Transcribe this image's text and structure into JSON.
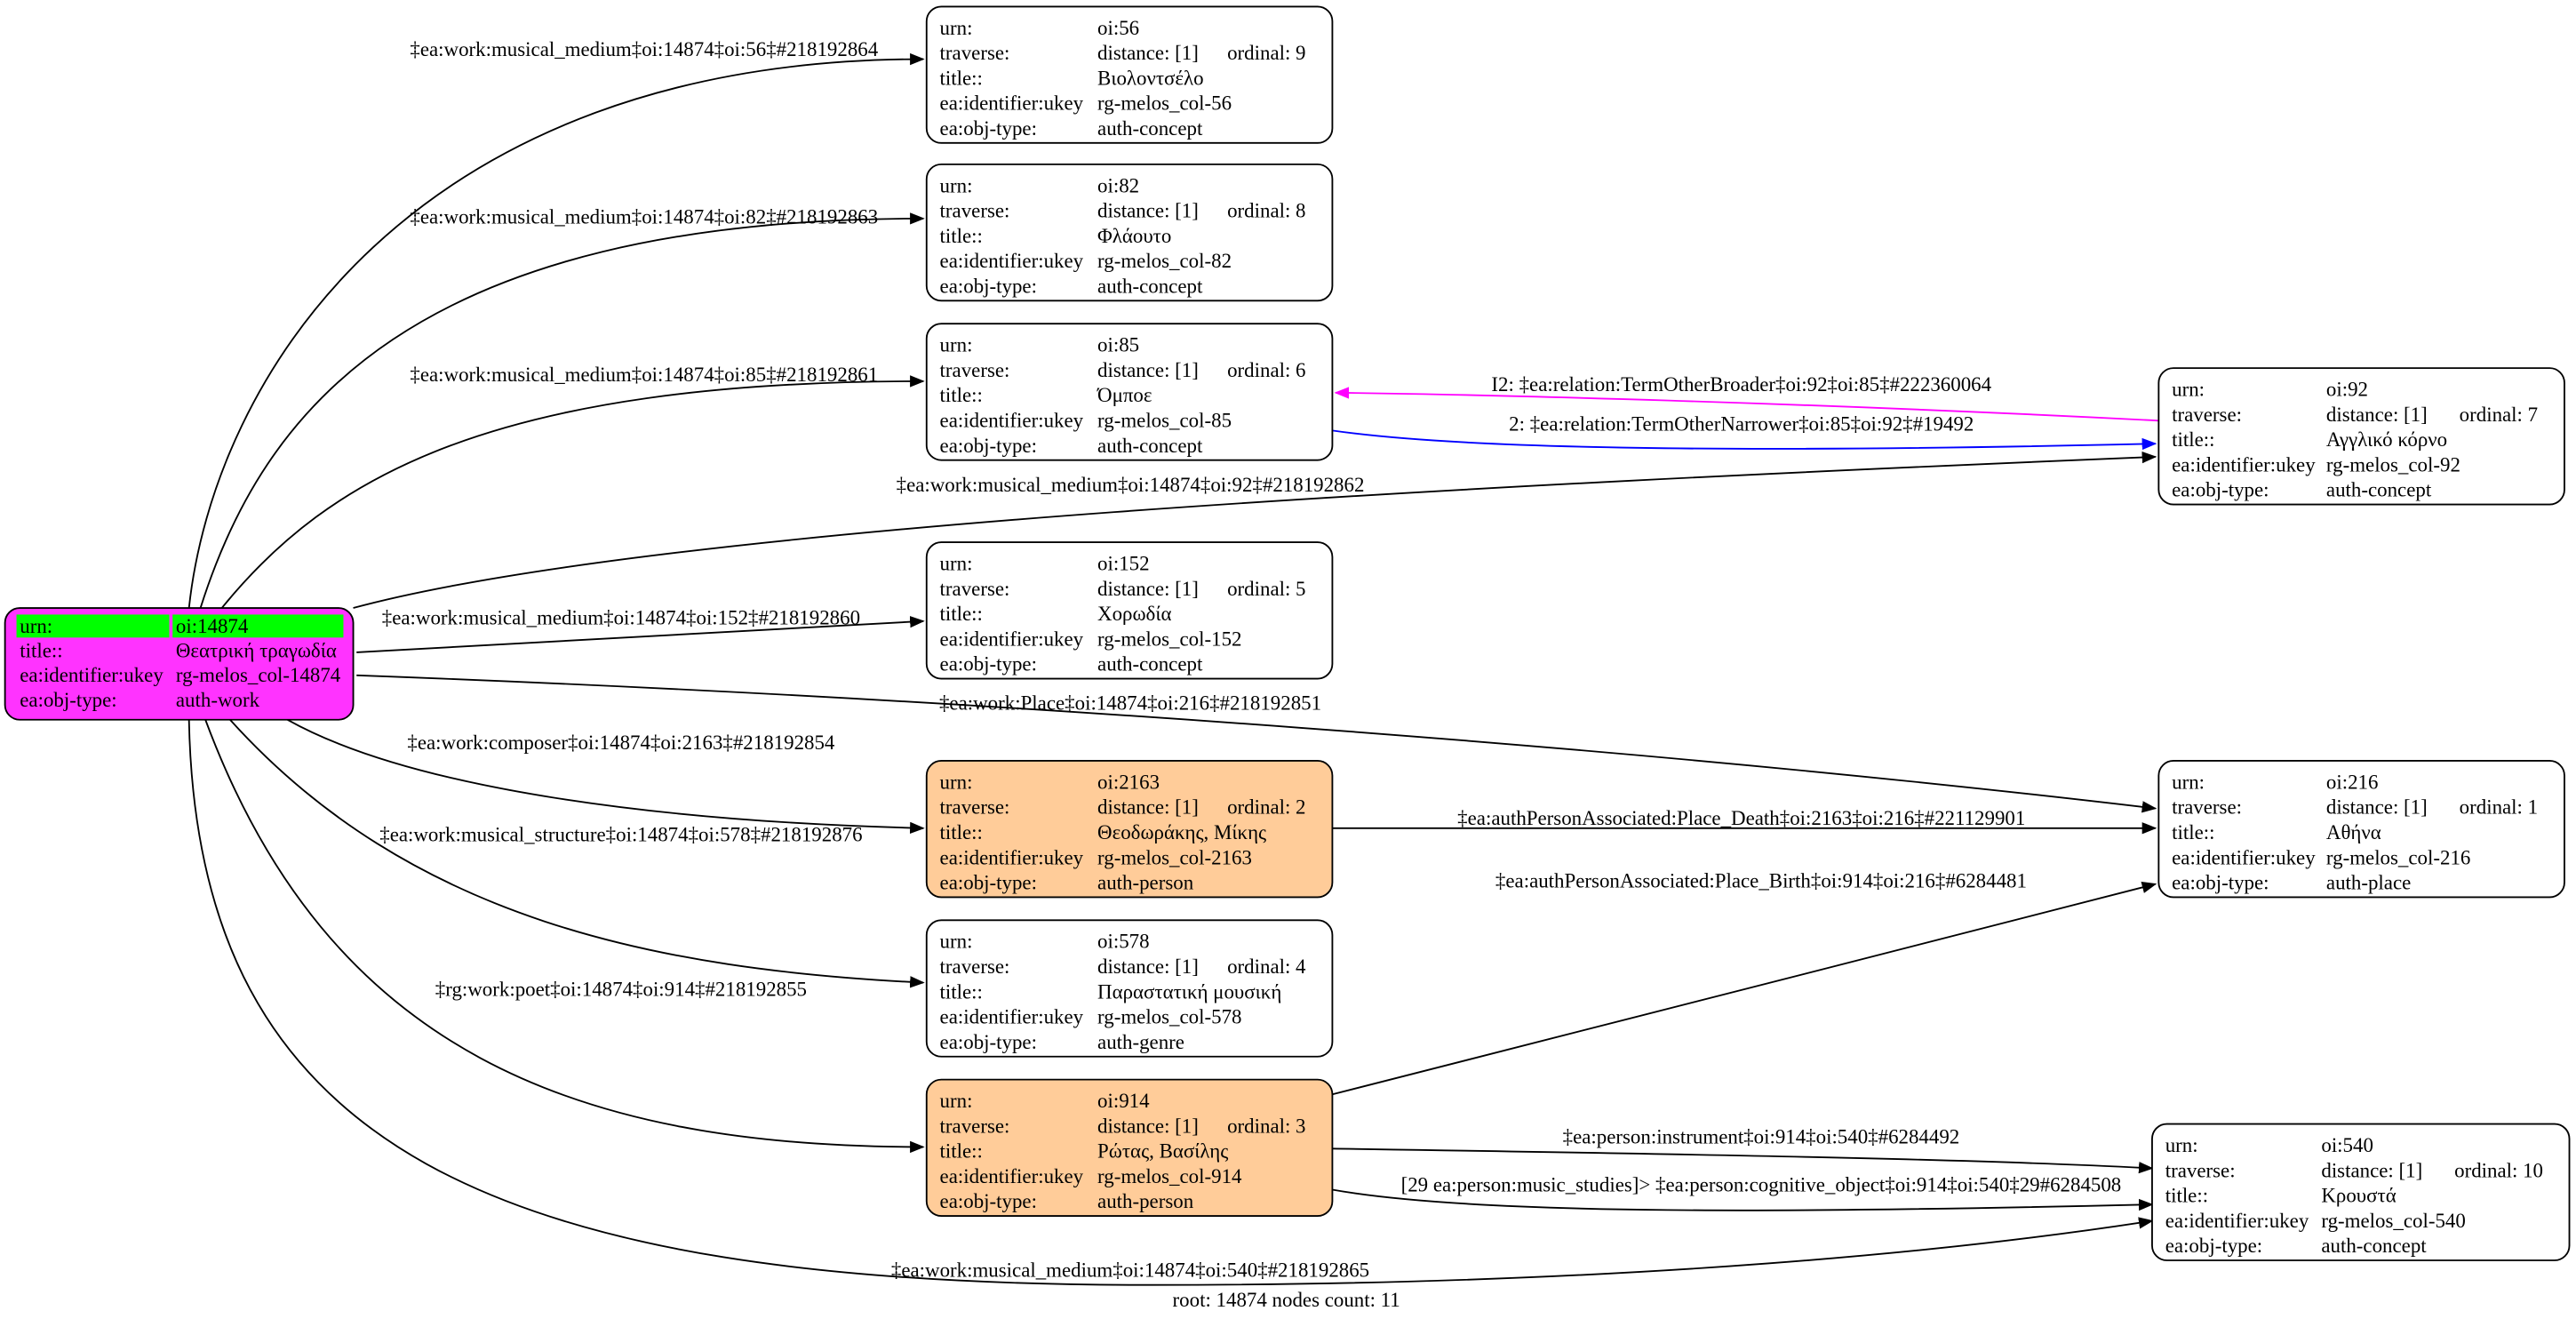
{
  "root_caption": "root: 14874 nodes count: 11",
  "colors": {
    "root_fill": "#ff33ff",
    "root_urn_highlight": "#00ff00",
    "person_fill": "#ffcc99",
    "broader_edge": "#ff00ff",
    "narrower_edge": "#0000ff",
    "default_edge": "#000000"
  },
  "root": {
    "rows": [
      {
        "key": "urn:",
        "value": "oi:14874"
      },
      {
        "key": "title::",
        "value": "Θεατρική τραγωδία"
      },
      {
        "key": "ea:identifier:ukey",
        "value": "rg-melos_col-14874"
      },
      {
        "key": "ea:obj-type:",
        "value": "auth-work"
      }
    ]
  },
  "nodes": [
    {
      "id": "n56",
      "urn": "oi:56",
      "distance": "distance: [1]",
      "ordinal": "ordinal: 9",
      "title": "Βιολοντσέλο",
      "ukey": "rg-melos_col-56",
      "type": "auth-concept",
      "person": false
    },
    {
      "id": "n82",
      "urn": "oi:82",
      "distance": "distance: [1]",
      "ordinal": "ordinal: 8",
      "title": "Φλάουτο",
      "ukey": "rg-melos_col-82",
      "type": "auth-concept",
      "person": false
    },
    {
      "id": "n85",
      "urn": "oi:85",
      "distance": "distance: [1]",
      "ordinal": "ordinal: 6",
      "title": "Όμποε",
      "ukey": "rg-melos_col-85",
      "type": "auth-concept",
      "person": false
    },
    {
      "id": "n92",
      "urn": "oi:92",
      "distance": "distance: [1]",
      "ordinal": "ordinal: 7",
      "title": "Αγγλικό κόρνο",
      "ukey": "rg-melos_col-92",
      "type": "auth-concept",
      "person": false
    },
    {
      "id": "n152",
      "urn": "oi:152",
      "distance": "distance: [1]",
      "ordinal": "ordinal: 5",
      "title": "Χορωδία",
      "ukey": "rg-melos_col-152",
      "type": "auth-concept",
      "person": false
    },
    {
      "id": "n2163",
      "urn": "oi:2163",
      "distance": "distance: [1]",
      "ordinal": "ordinal: 2",
      "title": "Θεοδωράκης, Μίκης",
      "ukey": "rg-melos_col-2163",
      "type": "auth-person",
      "person": true
    },
    {
      "id": "n216",
      "urn": "oi:216",
      "distance": "distance: [1]",
      "ordinal": "ordinal: 1",
      "title": "Αθήνα",
      "ukey": "rg-melos_col-216",
      "type": "auth-place",
      "person": false
    },
    {
      "id": "n578",
      "urn": "oi:578",
      "distance": "distance: [1]",
      "ordinal": "ordinal: 4",
      "title": "Παραστατική μουσική",
      "ukey": "rg-melos_col-578",
      "type": "auth-genre",
      "person": false
    },
    {
      "id": "n914",
      "urn": "oi:914",
      "distance": "distance: [1]",
      "ordinal": "ordinal: 3",
      "title": "Ρώτας, Βασίλης",
      "ukey": "rg-melos_col-914",
      "type": "auth-person",
      "person": true
    },
    {
      "id": "n540",
      "urn": "oi:540",
      "distance": "distance: [1]",
      "ordinal": "ordinal: 10",
      "title": "Κρουστά",
      "ukey": "rg-melos_col-540",
      "type": "auth-concept",
      "person": false
    }
  ],
  "row_keys": {
    "urn": "urn:",
    "traverse": "traverse:",
    "title": "title::",
    "ukey": "ea:identifier:ukey",
    "type": "ea:obj-type:"
  },
  "edges": [
    "‡ea:work:musical_medium‡oi:14874‡oi:56‡#218192864",
    "‡ea:work:musical_medium‡oi:14874‡oi:82‡#218192863",
    "‡ea:work:musical_medium‡oi:14874‡oi:85‡#218192861",
    "‡ea:work:musical_medium‡oi:14874‡oi:92‡#218192862",
    "‡ea:work:musical_medium‡oi:14874‡oi:152‡#218192860",
    "‡ea:work:Place‡oi:14874‡oi:216‡#218192851",
    "‡ea:work:composer‡oi:14874‡oi:2163‡#218192854",
    "‡ea:work:musical_structure‡oi:14874‡oi:578‡#218192876",
    "‡rg:work:poet‡oi:14874‡oi:914‡#218192855",
    "‡ea:work:musical_medium‡oi:14874‡oi:540‡#218192865",
    "2: ‡ea:relation:TermOtherNarrower‡oi:85‡oi:92‡#19492",
    "I2: ‡ea:relation:TermOtherBroader‡oi:92‡oi:85‡#222360064",
    "‡ea:authPersonAssociated:Place_Death‡oi:2163‡oi:216‡#221129901",
    "‡ea:authPersonAssociated:Place_Birth‡oi:914‡oi:216‡#6284481",
    "‡ea:person:instrument‡oi:914‡oi:540‡#6284492",
    "[29 ea:person:music_studies]> ‡ea:person:cognitive_object‡oi:914‡oi:540‡29#6284508"
  ]
}
